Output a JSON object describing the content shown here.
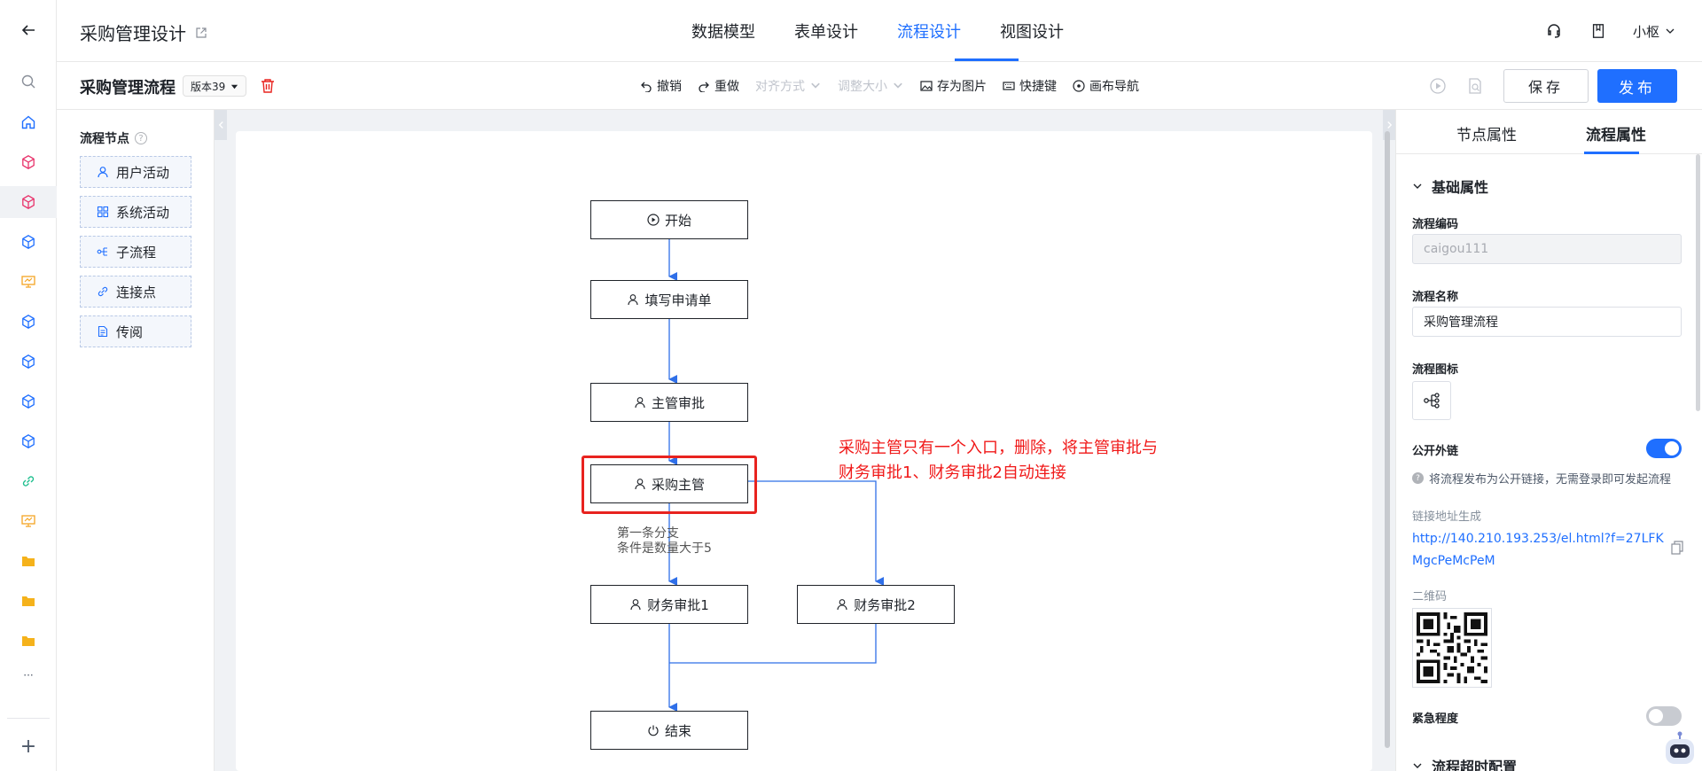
{
  "colors": {
    "accent": "#1f6fff",
    "danger": "#e8231f",
    "annotation": "#f01919",
    "canvas_bg": "#f0f2f5",
    "edge": "#2f6fe8"
  },
  "rail": {
    "icons": [
      "back-arrow-icon",
      "search-icon",
      "home-icon",
      "cube-icon",
      "cube-icon",
      "cube-icon",
      "presentation-icon",
      "cube-icon",
      "cube-icon",
      "cube-icon",
      "cube-icon",
      "link-icon",
      "presentation-icon",
      "folder-icon",
      "folder-icon",
      "folder-icon",
      "more-icon",
      "plus-icon"
    ],
    "more_label": "···",
    "add_label": "+"
  },
  "header": {
    "title": "采购管理设计",
    "tabs": [
      {
        "label": "数据模型",
        "active": false
      },
      {
        "label": "表单设计",
        "active": false
      },
      {
        "label": "流程设计",
        "active": true
      },
      {
        "label": "视图设计",
        "active": false
      }
    ],
    "user": "小枢"
  },
  "toolbar": {
    "flow_name": "采购管理流程",
    "version": "版本39",
    "undo": "撤销",
    "redo": "重做",
    "align": "对齐方式",
    "resize": "调整大小",
    "save_image": "存为图片",
    "shortcuts": "快捷键",
    "canvas_nav": "画布导航",
    "save": "保存",
    "publish": "发布"
  },
  "palette": {
    "title": "流程节点",
    "items": [
      {
        "label": "用户活动",
        "icon": "user-icon"
      },
      {
        "label": "系统活动",
        "icon": "grid-icon"
      },
      {
        "label": "子流程",
        "icon": "subflow-icon"
      },
      {
        "label": "连接点",
        "icon": "link-icon"
      },
      {
        "label": "传阅",
        "icon": "document-icon"
      }
    ]
  },
  "flow": {
    "nodes": {
      "start": "开始",
      "fill_form": "填写申请单",
      "manager": "主管审批",
      "purchasing": "采购主管",
      "finance1": "财务审批1",
      "finance2": "财务审批2",
      "end": "结束"
    },
    "branch_label": {
      "line1": "第一条分支",
      "line2": "条件是数量大于5"
    },
    "annotation": {
      "line1": "采购主管只有一个入口，删除，将主管审批与",
      "line2": "财务审批1、财务审批2自动连接"
    }
  },
  "properties": {
    "tabs": [
      {
        "label": "节点属性",
        "active": false
      },
      {
        "label": "流程属性",
        "active": true
      }
    ],
    "section": "基础属性",
    "code_label": "流程编码",
    "code_value": "caigou111",
    "name_label": "流程名称",
    "name_value": "采购管理流程",
    "icon_label": "流程图标",
    "public_link_label": "公开外链",
    "public_link_on": true,
    "public_hint": "将流程发布为公开链接，无需登录即可发起流程",
    "link_gen_label": "链接地址生成",
    "link_url": "http://140.210.193.253/el.html?f=27LFKMgcPeMcPeM",
    "qr_label": "二维码",
    "urgency_label": "紧急程度",
    "urgency_on": false,
    "timeout_label": "流程超时配置"
  }
}
